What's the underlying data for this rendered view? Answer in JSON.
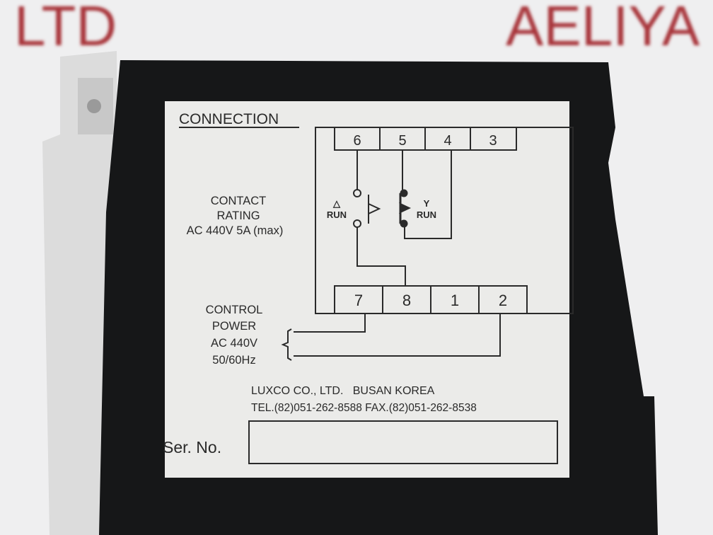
{
  "background": {
    "left_sign_text": "LTD",
    "right_sign_text": "AELIYA",
    "sign_color": "#a8353a"
  },
  "label": {
    "heading": "CONNECTION",
    "top_terminals": [
      "6",
      "5",
      "4",
      "3"
    ],
    "bottom_terminals": [
      "7",
      "8",
      "1",
      "2"
    ],
    "delta_symbol": "△",
    "delta_run": "RUN",
    "y_symbol": "Y",
    "y_run": "RUN",
    "contact_rating": [
      "CONTACT",
      "RATING",
      "AC 440V 5A (max)"
    ],
    "control_power": [
      "CONTROL",
      "POWER",
      "AC 440V",
      "50/60Hz"
    ],
    "company": "LUXCO CO., LTD.   BUSAN KOREA",
    "contact": "TEL.(82)051-262-8588  FAX.(82)051-262-8538",
    "serial_label": "Ser. No.",
    "serial_value": ""
  },
  "colors": {
    "housing": "#161718",
    "label": "#ebebe9",
    "ink": "#2a2a2a"
  }
}
